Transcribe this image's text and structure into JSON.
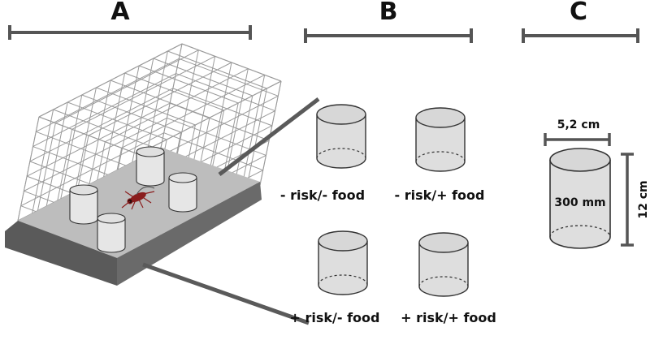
{
  "panels": {
    "a": {
      "letter": "A"
    },
    "b": {
      "letter": "B",
      "conditions": [
        {
          "label": "- risk/- food"
        },
        {
          "label": "- risk/+ food"
        },
        {
          "label": "+ risk/- food"
        },
        {
          "label": "+ risk/+ food"
        }
      ]
    },
    "c": {
      "letter": "C",
      "width_label": "5,2 cm",
      "height_label": "12 cm",
      "volume_label": "300 mm"
    }
  },
  "colors": {
    "bar": "#555555",
    "cage_wire": "#9a9a9a",
    "tray_floor": "#bdbdbd",
    "tray_rim": "#5a5a5a",
    "container_fill": "#dedede",
    "container_stroke": "#333333",
    "mosquito": "#8a1d1d"
  }
}
